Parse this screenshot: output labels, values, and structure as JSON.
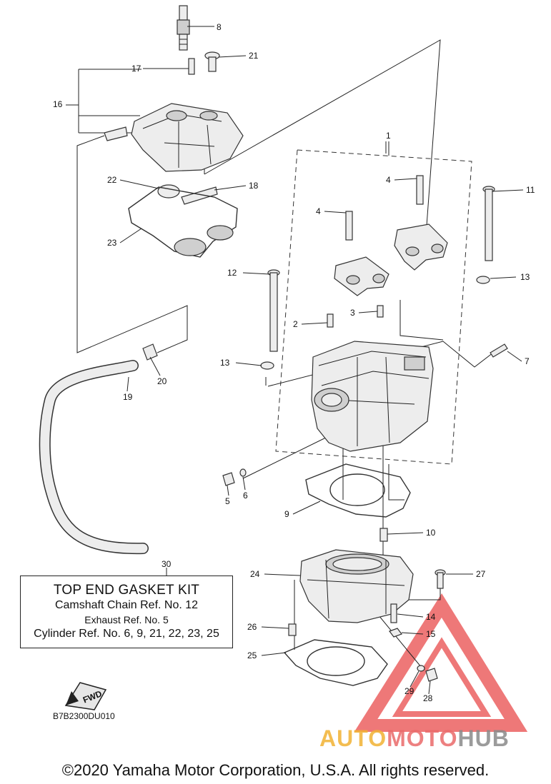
{
  "callouts": [
    "1",
    "2",
    "3",
    "4",
    "4",
    "5",
    "6",
    "7",
    "8",
    "9",
    "10",
    "11",
    "12",
    "13",
    "13",
    "14",
    "15",
    "16",
    "17",
    "18",
    "19",
    "20",
    "21",
    "22",
    "23",
    "24",
    "25",
    "26",
    "27",
    "28",
    "29",
    "30"
  ],
  "kit": {
    "title": "TOP END GASKET KIT",
    "lines": [
      "Camshaft Chain Ref. No. 12",
      "Exhaust Ref. No. 5",
      "Cylinder Ref. No. 6, 9, 21, 22, 23, 25"
    ]
  },
  "fwd_label": "FWD",
  "diagram_code": "B7B2300DU010",
  "copyright": "©2020 Yamaha Motor Corporation, U.S.A. All rights reserved.",
  "watermark": {
    "part1": "AUTO",
    "part2": "MOTO",
    "part3": "HUB"
  },
  "colors": {
    "watermark_red": "#e94b4b",
    "watermark_orange": "#f2b233",
    "watermark_gray": "#8a8a8a"
  }
}
